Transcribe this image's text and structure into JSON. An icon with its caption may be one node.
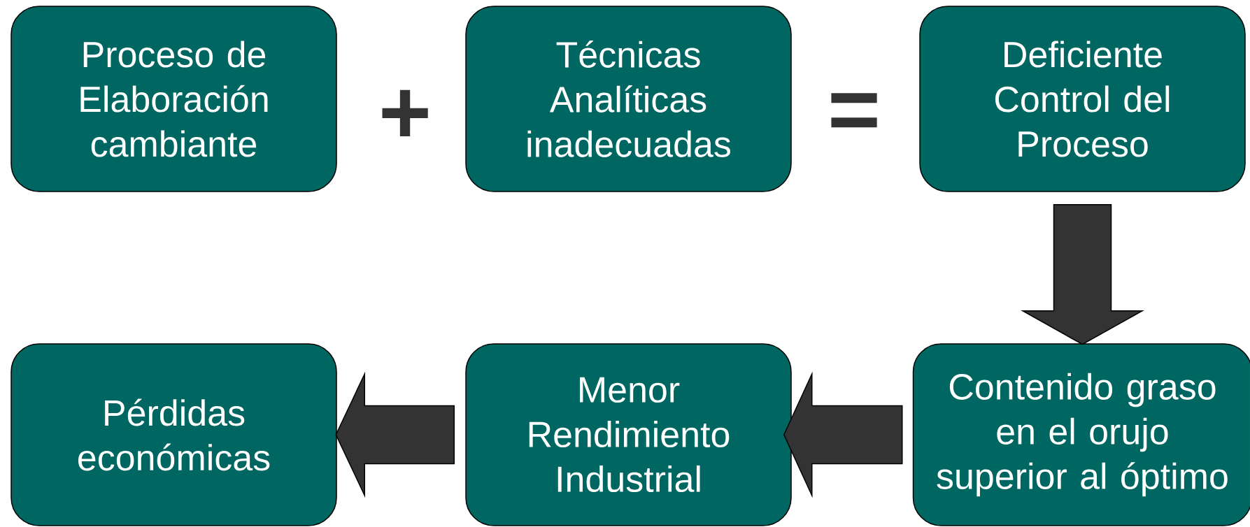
{
  "diagram": {
    "nodes": [
      {
        "text": [
          "Proceso de Elaboración cambiante"
        ]
      },
      {
        "text": [
          "Técnicas Analíticas inadecuadas"
        ]
      },
      {
        "text": [
          "Deficiente Control del Proceso"
        ]
      },
      {
        "text": [
          "Pérdidas económicas"
        ]
      },
      {
        "text": [
          "Menor Rendimiento Industrial"
        ]
      },
      {
        "text": [
          "Contenido graso en el orujo superior al óptimo"
        ]
      }
    ],
    "edges": [
      {
        "from": 2,
        "to": 5,
        "arrow": "to"
      },
      {
        "from": 5,
        "to": 4,
        "arrow": "to"
      },
      {
        "from": 4,
        "to": 3,
        "arrow": "to"
      }
    ],
    "labels": [
      "+",
      "="
    ]
  }
}
